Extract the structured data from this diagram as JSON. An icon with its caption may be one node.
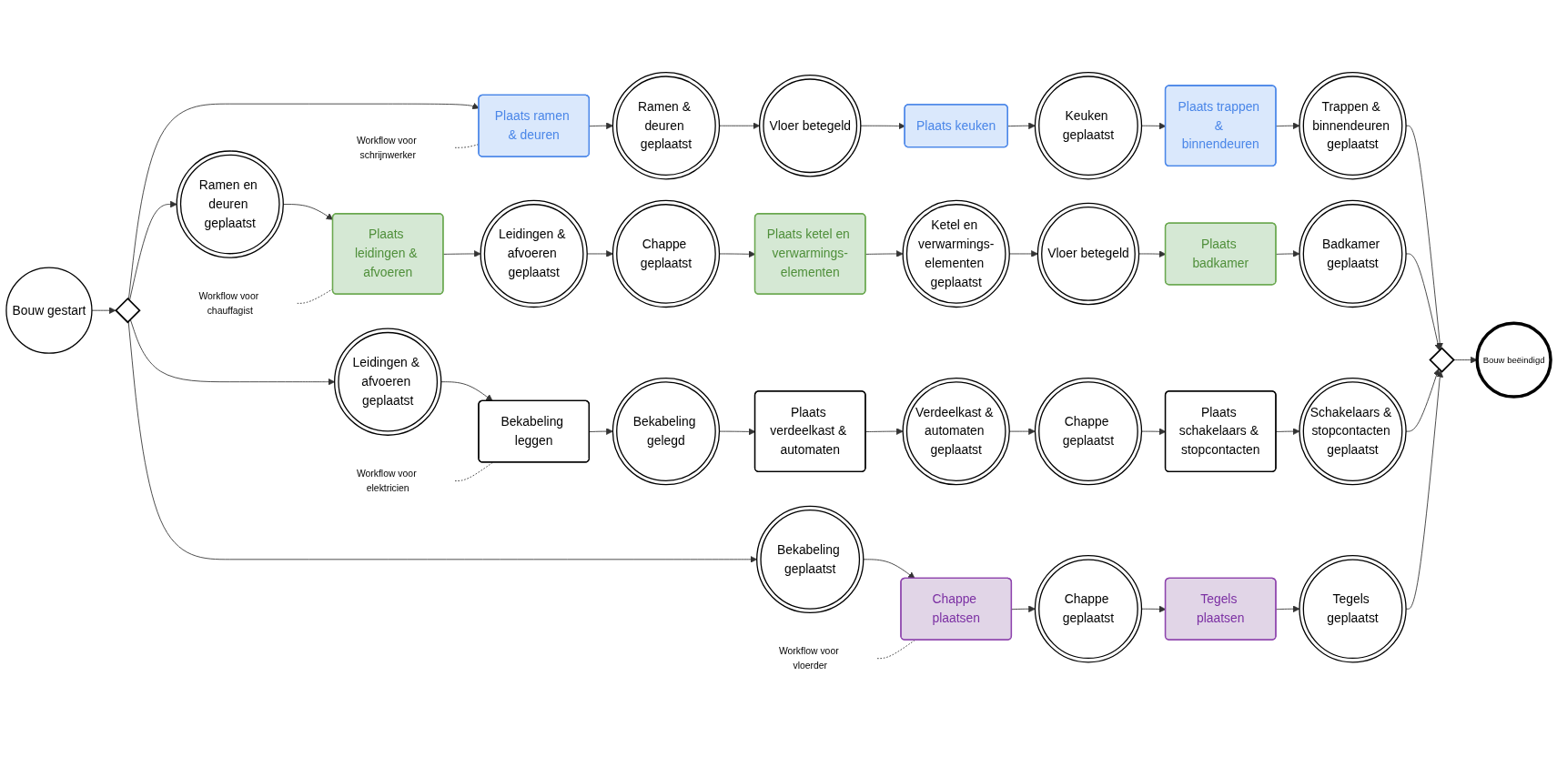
{
  "diagram": {
    "nodes": [
      {
        "text": [
          "Bouw gestart"
        ]
      },
      {
        "text": [],
        "shape": "diamond"
      },
      {
        "text": [
          "Workflow voor schrijnwerker"
        ]
      },
      {
        "text": [
          "Plaats ramen & deuren"
        ]
      },
      {
        "text": [
          "Ramen & deuren geplaatst"
        ]
      },
      {
        "text": [
          "Vloer betegeld"
        ]
      },
      {
        "text": [
          "Plaats keuken"
        ]
      },
      {
        "text": [
          "Keuken geplaatst"
        ]
      },
      {
        "text": [
          "Plaats trappen & binnendeuren"
        ]
      },
      {
        "text": [
          "Trappen & binnendeuren geplaatst"
        ]
      },
      {
        "text": [
          "Ramen en deuren geplaatst"
        ]
      },
      {
        "text": [
          "Workflow voor chauffagist"
        ]
      },
      {
        "text": [
          "Plaats leidingen & afvoeren"
        ]
      },
      {
        "text": [
          "Leidingen & afvoeren geplaatst"
        ]
      },
      {
        "text": [
          "Chappe geplaatst"
        ]
      },
      {
        "text": [
          "Plaats ketel en verwarmings-elementen"
        ]
      },
      {
        "text": [
          "Ketel en verwarmings-elementen geplaatst"
        ]
      },
      {
        "text": [
          "Vloer betegeld"
        ]
      },
      {
        "text": [
          "Plaats badkamer"
        ]
      },
      {
        "text": [
          "Badkamer geplaatst"
        ]
      },
      {
        "text": [
          "Leidingen & afvoeren geplaatst"
        ]
      },
      {
        "text": [
          "Workflow voor elektricien"
        ]
      },
      {
        "text": [
          "Bekabeling leggen"
        ]
      },
      {
        "text": [
          "Bekabeling gelegd"
        ]
      },
      {
        "text": [
          "Plaats verdeelkast & automaten"
        ]
      },
      {
        "text": [
          "Verdeelkast & automaten geplaatst"
        ]
      },
      {
        "text": [
          "Chappe geplaatst"
        ]
      },
      {
        "text": [
          "Plaats schakelaars & stopcontacten"
        ]
      },
      {
        "text": [
          "Schakelaars & stopcontacten geplaatst"
        ]
      },
      {
        "text": [
          "Bekabeling geplaatst"
        ]
      },
      {
        "text": [
          "Workflow voor vloerder"
        ]
      },
      {
        "text": [
          "Chappe plaatsen"
        ]
      },
      {
        "text": [
          "Chappe geplaatst"
        ]
      },
      {
        "text": [
          "Tegels plaatsen"
        ]
      },
      {
        "text": [
          "Tegels geplaatst"
        ]
      },
      {
        "text": [],
        "shape": "diamond"
      },
      {
        "text": [
          "Bouw beëindigd"
        ]
      }
    ],
    "edges": [
      {
        "from": 0,
        "to": 1,
        "arrow": "to"
      },
      {
        "from": 1,
        "to": 3,
        "arrow": "to"
      },
      {
        "from": 2,
        "to": 3,
        "arrow": "none",
        "style": "dashed"
      },
      {
        "from": 3,
        "to": 4,
        "arrow": "to"
      },
      {
        "from": 4,
        "to": 5,
        "arrow": "to"
      },
      {
        "from": 5,
        "to": 6,
        "arrow": "to"
      },
      {
        "from": 6,
        "to": 7,
        "arrow": "to"
      },
      {
        "from": 7,
        "to": 8,
        "arrow": "to"
      },
      {
        "from": 8,
        "to": 9,
        "arrow": "to"
      },
      {
        "from": 9,
        "to": 35,
        "arrow": "to"
      },
      {
        "from": 1,
        "to": 10,
        "arrow": "to"
      },
      {
        "from": 10,
        "to": 12,
        "arrow": "to"
      },
      {
        "from": 11,
        "to": 12,
        "arrow": "none",
        "style": "dashed"
      },
      {
        "from": 12,
        "to": 13,
        "arrow": "to"
      },
      {
        "from": 13,
        "to": 14,
        "arrow": "to"
      },
      {
        "from": 14,
        "to": 15,
        "arrow": "to"
      },
      {
        "from": 15,
        "to": 16,
        "arrow": "to"
      },
      {
        "from": 16,
        "to": 17,
        "arrow": "to"
      },
      {
        "from": 17,
        "to": 18,
        "arrow": "to"
      },
      {
        "from": 18,
        "to": 19,
        "arrow": "to"
      },
      {
        "from": 19,
        "to": 35,
        "arrow": "to"
      },
      {
        "from": 1,
        "to": 20,
        "arrow": "to"
      },
      {
        "from": 20,
        "to": 22,
        "arrow": "to"
      },
      {
        "from": 21,
        "to": 22,
        "arrow": "none",
        "style": "dashed"
      },
      {
        "from": 22,
        "to": 23,
        "arrow": "to"
      },
      {
        "from": 23,
        "to": 24,
        "arrow": "to"
      },
      {
        "from": 24,
        "to": 25,
        "arrow": "to"
      },
      {
        "from": 25,
        "to": 26,
        "arrow": "to"
      },
      {
        "from": 26,
        "to": 27,
        "arrow": "to"
      },
      {
        "from": 27,
        "to": 28,
        "arrow": "to"
      },
      {
        "from": 28,
        "to": 35,
        "arrow": "to"
      },
      {
        "from": 1,
        "to": 29,
        "arrow": "to"
      },
      {
        "from": 29,
        "to": 31,
        "arrow": "to"
      },
      {
        "from": 30,
        "to": 31,
        "arrow": "none",
        "style": "dashed"
      },
      {
        "from": 31,
        "to": 32,
        "arrow": "to"
      },
      {
        "from": 32,
        "to": 33,
        "arrow": "to"
      },
      {
        "from": 33,
        "to": 34,
        "arrow": "to"
      },
      {
        "from": 34,
        "to": 35,
        "arrow": "to"
      },
      {
        "from": 35,
        "to": 36,
        "arrow": "to"
      }
    ]
  }
}
